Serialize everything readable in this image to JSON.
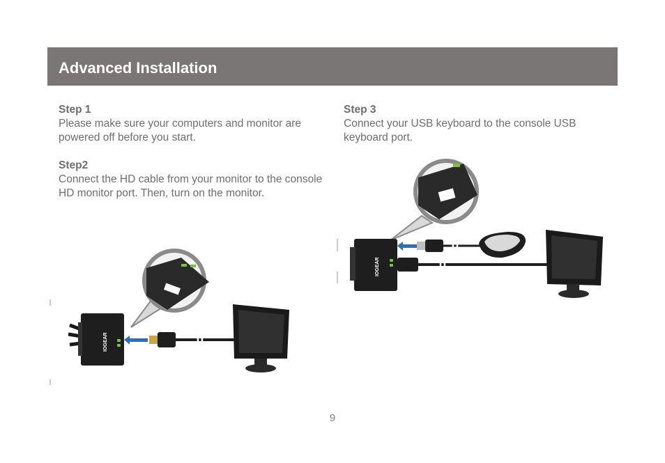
{
  "page": {
    "title": "Advanced Installation",
    "page_number": "9"
  },
  "steps": [
    {
      "heading": "Step 1",
      "text": "Please make sure your computers and monitor are powered off before you start."
    },
    {
      "heading": "Step2",
      "text": "Connect the HD cable from your monitor to the console HD monitor port. Then, turn on the monitor."
    },
    {
      "heading": "Step 3",
      "text": "Connect your USB keyboard to the console USB keyboard port."
    }
  ],
  "device": {
    "logo": "IOGEAR"
  },
  "colors": {
    "banner": "#7a7676",
    "arrow": "#2f6fb8",
    "led": "#7ac143"
  }
}
